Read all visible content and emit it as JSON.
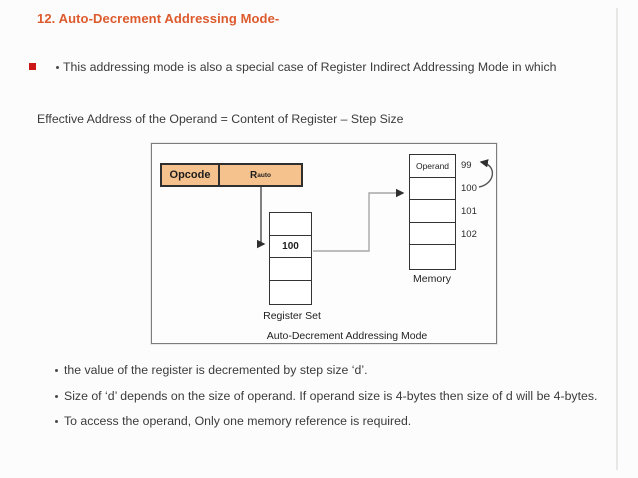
{
  "colors": {
    "title_orange": "#dd5a2d",
    "bullet_red": "#cb1717",
    "opcode_fill": "#f5c28e",
    "body_text": "#3b3b3b",
    "box_border": "#333333"
  },
  "page": {
    "title": "12. Auto-Decrement Addressing Mode-",
    "intro": "This addressing mode is also a special case of Register Indirect Addressing Mode in which",
    "formula": "Effective Address of the Operand = Content of Register – Step Size",
    "bullets": [
      "the value of the register is decremented by step size ‘d’.",
      "Size of ‘d’ depends on the size of operand. If operand size is 4-bytes then size of d will be 4-bytes.",
      "To access the operand, Only one memory reference is required."
    ]
  },
  "diagram": {
    "instruction": {
      "opcode": "Opcode",
      "register": "R",
      "register_sub": "auto"
    },
    "register_set": {
      "label": "Register Set",
      "cells": [
        "",
        "100",
        "",
        ""
      ]
    },
    "memory": {
      "label": "Memory",
      "cells": [
        "Operand",
        "",
        "",
        "",
        ""
      ],
      "addresses": [
        "99",
        "100",
        "101",
        "102"
      ]
    },
    "caption": "Auto-Decrement Addressing Mode"
  }
}
